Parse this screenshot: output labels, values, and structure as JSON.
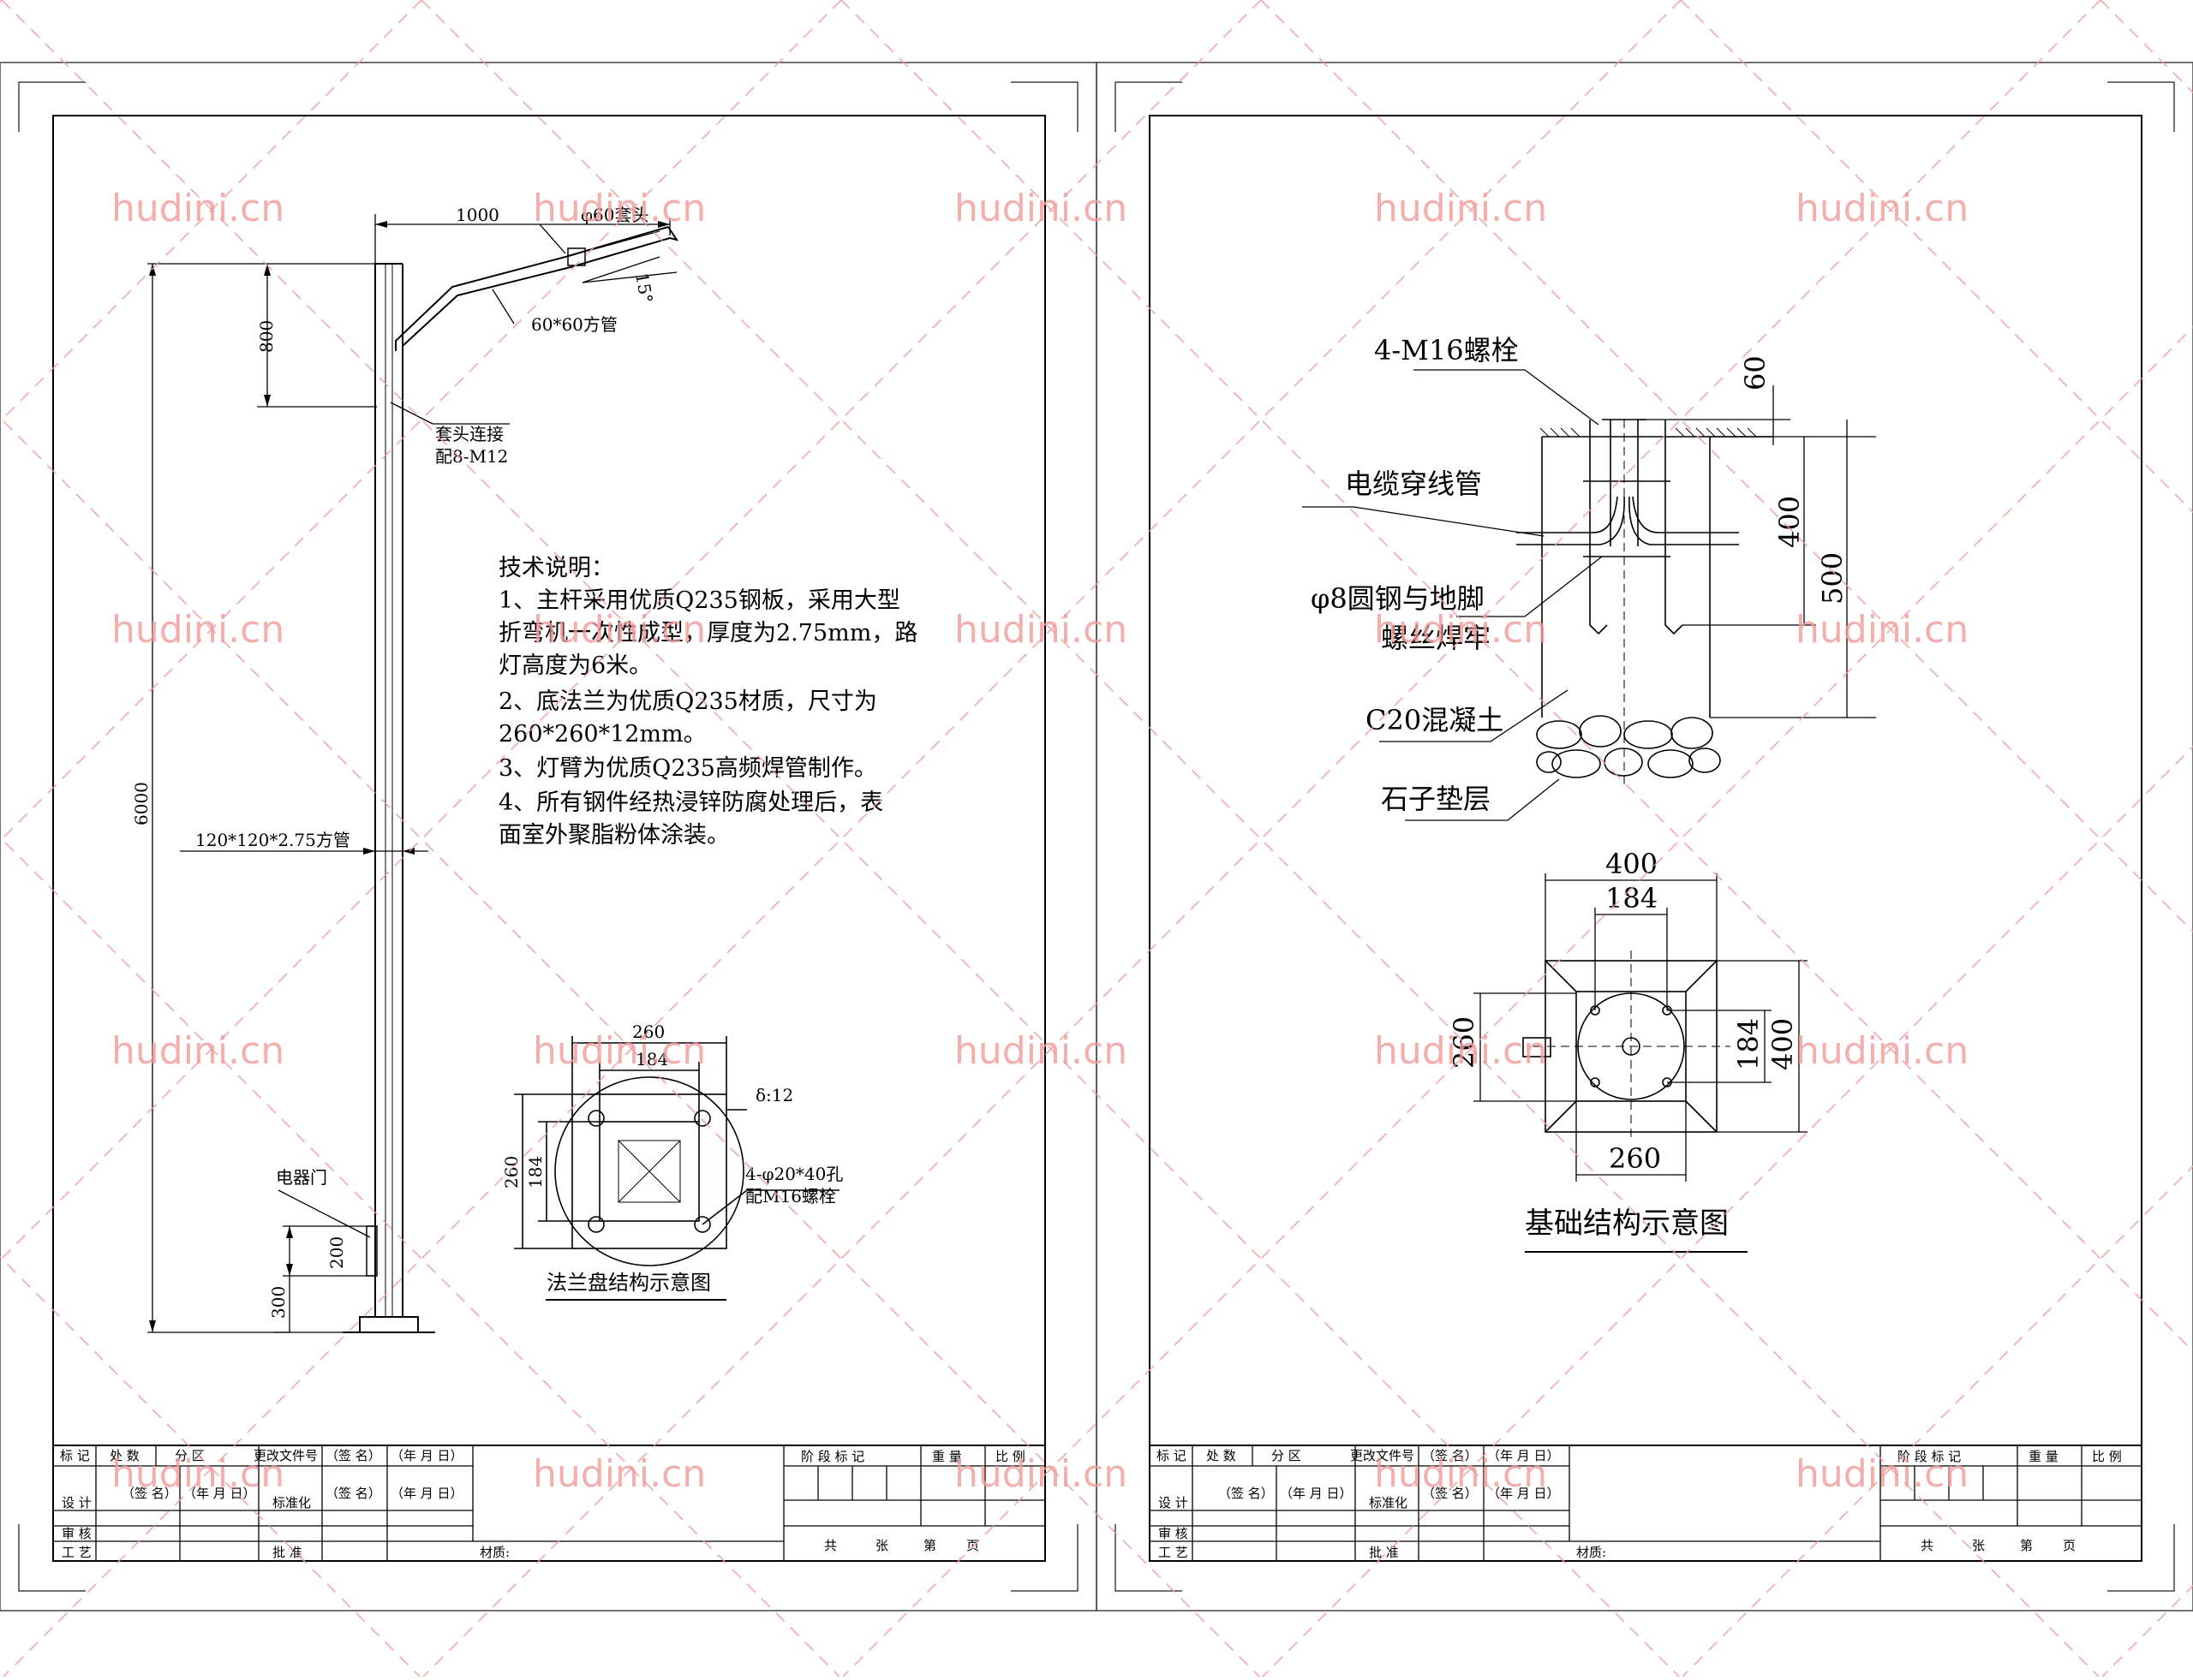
{
  "watermark": {
    "text": "hudini.cn",
    "color": "#f19a9a"
  },
  "left_sheet": {
    "pole": {
      "dim_arm_length": "1000",
      "sleeve_label": "φ60套头",
      "angle_label": "15°",
      "arm_tube_label": "60*60方管",
      "dim_arm_height": "800",
      "sleeve_conn_label": "套头连接",
      "sleeve_conn_sub": "配8-M12",
      "dim_total_height": "6000",
      "main_tube_label": "120*120*2.75方管",
      "door_label": "电器门",
      "dim_door": "200",
      "dim_door_base": "300"
    },
    "notes": {
      "title": "技术说明：",
      "lines": [
        "1、主杆采用优质Q235钢板，采用大型",
        "折弯机一次性成型，厚度为2.75mm，路",
        "灯高度为6米。",
        "2、底法兰为优质Q235材质，尺寸为",
        "260*260*12mm。",
        "3、灯臂为优质Q235高频焊管制作。",
        "4、所有钢件经热浸锌防腐处理后，表",
        "面室外聚脂粉体涂装。"
      ]
    },
    "flange": {
      "dim_260_top": "260",
      "dim_184_top": "184",
      "dim_260_side": "260",
      "dim_184_side": "184",
      "thickness": "δ:12",
      "holes": "4-φ20*40孔",
      "bolts": "配M16螺栓",
      "caption": "法兰盘结构示意图"
    }
  },
  "right_sheet": {
    "foundation": {
      "bolts": "4-M16螺栓",
      "cable_pipe": "电缆穿线管",
      "rebar_line1": "φ8圆钢与地脚",
      "rebar_line2": "螺丝焊牢",
      "concrete": "C20混凝土",
      "gravel": "石子垫层",
      "dim_60": "60",
      "dim_400": "400",
      "dim_500": "500"
    },
    "plan": {
      "dim_400_top": "400",
      "dim_184_top": "184",
      "dim_260_left": "260",
      "dim_184_right": "184",
      "dim_400_right": "400",
      "dim_260_bottom": "260",
      "caption": "基础结构示意图"
    }
  },
  "title_block": {
    "row1": [
      "标 记",
      "处 数",
      "分 区",
      "更改文件号",
      "（签 名）",
      "（年 月 日）"
    ],
    "row2": [
      "设 计",
      "（签 名）",
      "（年 月 日）",
      "标准化",
      "（签 名）",
      "（年 月 日）"
    ],
    "row3": [
      "审 核"
    ],
    "row4": [
      "工 艺",
      "批 准"
    ],
    "material": "材质:",
    "stage_mark": "阶 段 标 记",
    "weight": "重 量",
    "scale": "比 例",
    "sheets": [
      "共",
      "张",
      "第",
      "页"
    ]
  }
}
